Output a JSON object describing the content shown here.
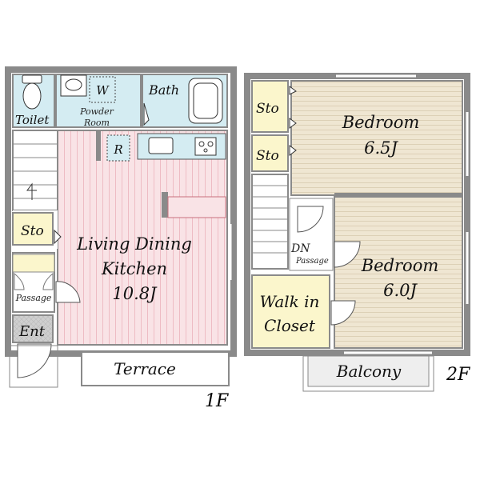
{
  "floor1": {
    "floor_label": "1F",
    "toilet": "Toilet",
    "powder_room_w": "W",
    "powder_room_line1": "Powder",
    "powder_room_line2": "Room",
    "bath": "Bath",
    "refrigerator": "R",
    "stairs_up": "UP",
    "storage": "Sto",
    "passage": "Passage",
    "entrance": "Ent",
    "ldk_line1": "Living Dining",
    "ldk_line2": "Kitchen",
    "ldk_size": "10.8J",
    "terrace": "Terrace"
  },
  "floor2": {
    "floor_label": "2F",
    "storage_1": "Sto",
    "storage_2": "Sto",
    "bedroom_1": "Bedroom",
    "bedroom_1_size": "6.5J",
    "bedroom_2": "Bedroom",
    "bedroom_2_size": "6.0J",
    "stairs_down": "DN",
    "passage": "Passage",
    "walk_in_line1": "Walk in",
    "walk_in_line2": "Closet",
    "balcony": "Balcony"
  },
  "colors": {
    "wall": "#8a8a8a",
    "ldk_fill": "#f9e3e6",
    "ldk_stripe": "#e8a3ad",
    "wet_area_fill": "#d4ecf2",
    "storage_fill": "#fbf6cc",
    "bedroom_fill": "#efe6d2",
    "bedroom_stripe": "#c8b99a",
    "outdoor_fill": "#eeeeee",
    "entrance_fill": "#cfcfcf"
  }
}
